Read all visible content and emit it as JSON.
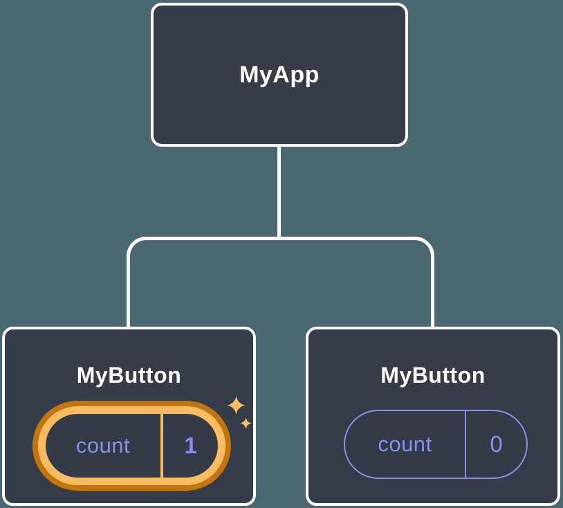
{
  "colors": {
    "bg": "#4c6871",
    "node-fill": "#363c48",
    "pill-fill": "#343a46",
    "node-border": "#ffffff",
    "connector": "#ffffff",
    "label-text": "#ffffff",
    "purple": "#8890ec",
    "orange-light": "#f9bc62",
    "orange-dark": "#c1760f"
  },
  "icons": {
    "sparkle": "✦"
  },
  "diagram": {
    "type": "component-tree",
    "root": {
      "label": "MyApp"
    },
    "children": [
      {
        "label": "MyButton",
        "state": {
          "name": "count",
          "value": "1"
        },
        "highlighted": true
      },
      {
        "label": "MyButton",
        "state": {
          "name": "count",
          "value": "0"
        },
        "highlighted": false
      }
    ]
  }
}
